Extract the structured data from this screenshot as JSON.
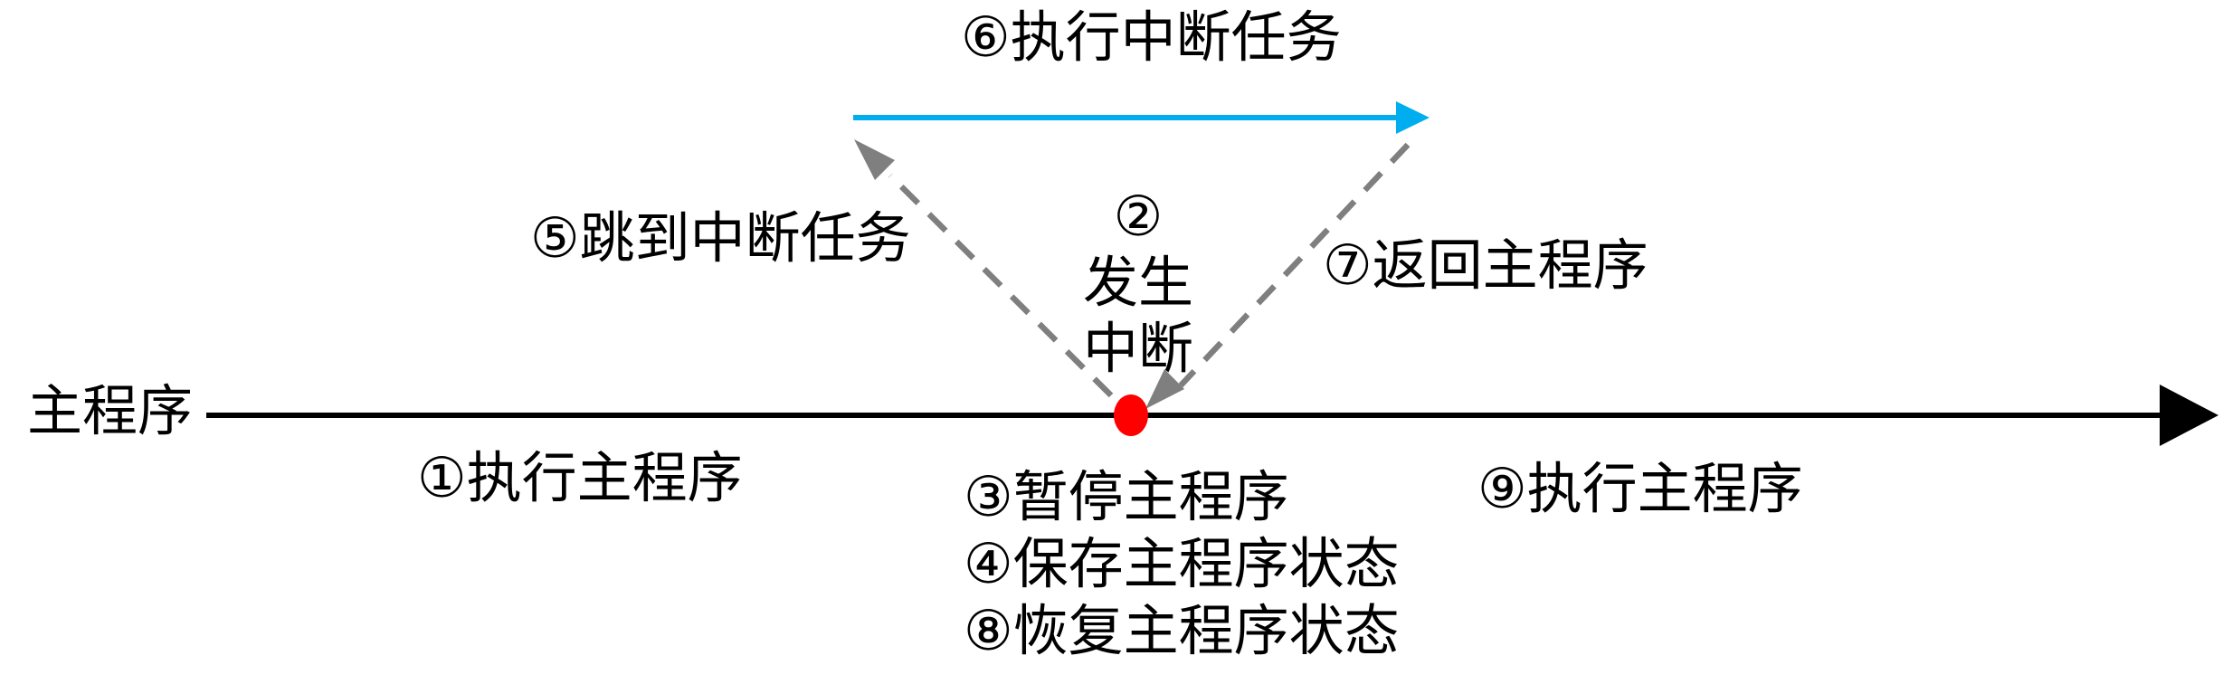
{
  "diagram": {
    "title_meaning": "interrupt handling timeline",
    "axis_label": "主程序",
    "steps": {
      "s1": "①执行主程序",
      "s2_lines": [
        "②",
        "发生",
        "中断"
      ],
      "s3": "③暂停主程序",
      "s4": "④保存主程序状态",
      "s5": "⑤跳到中断任务",
      "s6": "⑥执行中断任务",
      "s7": "⑦返回主程序",
      "s8": "⑧恢复主程序状态",
      "s9": "⑨执行主程序"
    },
    "colors": {
      "axis": "#000000",
      "interrupt_task": "#00AEEF",
      "jump_arrows": "#7F7F7F",
      "interrupt_point": "#FF0000",
      "text": "#000000"
    }
  }
}
